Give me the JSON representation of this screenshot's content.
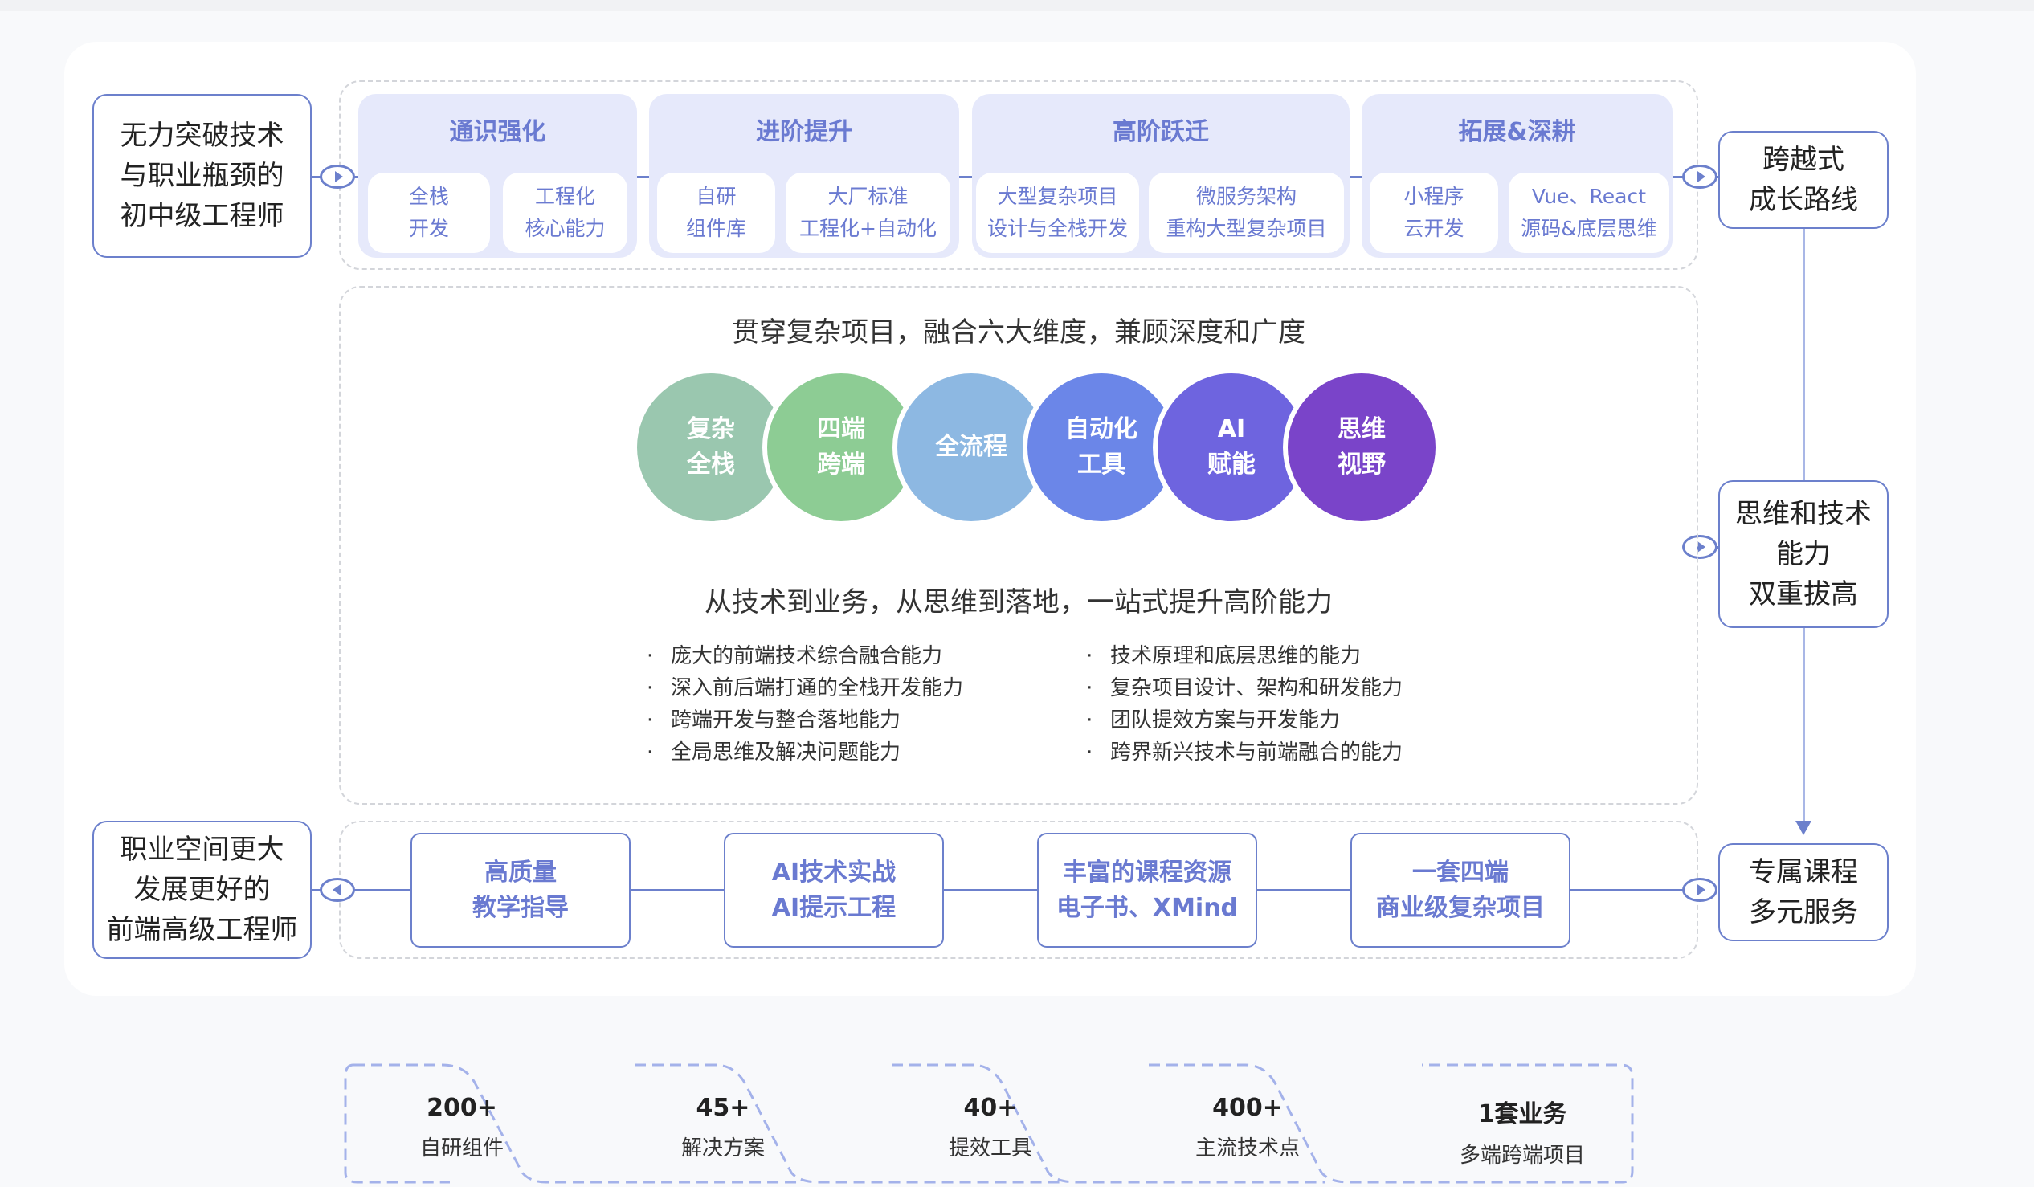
{
  "start_box": {
    "label": "无力突破技术\n与职业瓶颈的\n初中级工程师"
  },
  "end_box": {
    "label": "职业空间更大\n发展更好的\n前端高级工程师"
  },
  "right_boxes": [
    {
      "label": "跨越式\n成长路线"
    },
    {
      "label": "思维和技术\n能力\n双重拔高"
    },
    {
      "label": "专属课程\n多元服务"
    }
  ],
  "stages": [
    {
      "title": "通识强化",
      "items": [
        "全栈\n开发",
        "工程化\n核心能力"
      ]
    },
    {
      "title": "进阶提升",
      "items": [
        "自研\n组件库",
        "大厂标准\n工程化+自动化"
      ]
    },
    {
      "title": "高阶跃迁",
      "items": [
        "大型复杂项目\n设计与全栈开发",
        "微服务架构\n重构大型复杂项目"
      ]
    },
    {
      "title": "拓展&深耕",
      "items": [
        "小程序\n云开发",
        "Vue、React\n源码&底层思维"
      ]
    }
  ],
  "dimensions": {
    "headline": "贯穿复杂项目，融合六大维度，兼顾深度和广度",
    "circles": [
      {
        "label": "复杂\n全栈",
        "color": "#9ac7af"
      },
      {
        "label": "四端\n跨端",
        "color": "#8dcc94"
      },
      {
        "label": "全流程",
        "color": "#8db8e2"
      },
      {
        "label": "自动化\n工具",
        "color": "#6b86e8"
      },
      {
        "label": "AI\n赋能",
        "color": "#6e64df"
      },
      {
        "label": "思维\n视野",
        "color": "#7a44c9"
      }
    ]
  },
  "abilities": {
    "headline": "从技术到业务，从思维到落地，一站式提升高阶能力",
    "bullet": "·",
    "left": [
      "庞大的前端技术综合融合能力",
      "深入前后端打通的全栈开发能力",
      "跨端开发与整合落地能力",
      "全局思维及解决问题能力"
    ],
    "right": [
      "技术原理和底层思维的能力",
      "复杂项目设计、架构和研发能力",
      "团队提效方案与开发能力",
      "跨界新兴技术与前端融合的能力"
    ]
  },
  "services": [
    {
      "label": "高质量\n教学指导"
    },
    {
      "label": "AI技术实战\nAI提示工程"
    },
    {
      "label": "丰富的课程资源\n电子书、XMind"
    },
    {
      "label": "一套四端\n商业级复杂项目"
    }
  ],
  "stats": [
    {
      "value": "200+",
      "label": "自研组件"
    },
    {
      "value": "45+",
      "label": "解决方案"
    },
    {
      "value": "40+",
      "label": "提效工具"
    },
    {
      "value": "400+",
      "label": "主流技术点"
    },
    {
      "value": "1套业务",
      "label": "多端跨端项目"
    }
  ],
  "colors": {
    "accent": "#6c80cc",
    "stage_bg": "#e6e9fb",
    "accent_text": "#6a7ad1"
  }
}
